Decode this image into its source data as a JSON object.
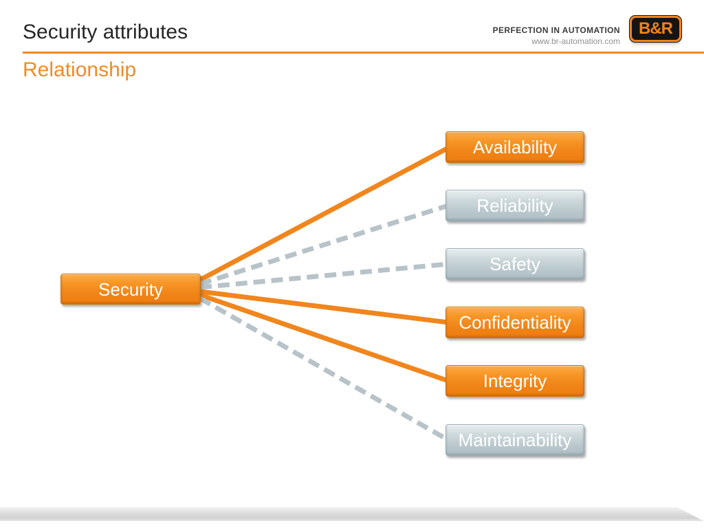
{
  "slide": {
    "title": "Security attributes",
    "subtitle": "Relationship"
  },
  "branding": {
    "tagline": "PERFECTION IN AUTOMATION",
    "website": "www.br-automation.com",
    "logo_text": "B&R"
  },
  "colors": {
    "accent_orange": "#EF8720",
    "node_orange": "#F08418",
    "node_gray": "#BCC9CE",
    "connector_solid": "#F0861D",
    "connector_dashed": "#B7C3C8",
    "title_text": "#262626",
    "node_label_text": "#FFFFFF"
  },
  "diagram": {
    "root": {
      "id": "security",
      "label": "Security",
      "variant": "orange"
    },
    "nodes": [
      {
        "id": "availability",
        "label": "Availability",
        "variant": "orange",
        "connector": "solid"
      },
      {
        "id": "reliability",
        "label": "Reliability",
        "variant": "gray",
        "connector": "dashed"
      },
      {
        "id": "safety",
        "label": "Safety",
        "variant": "gray",
        "connector": "dashed"
      },
      {
        "id": "confidentiality",
        "label": "Confidentiality",
        "variant": "orange",
        "connector": "solid"
      },
      {
        "id": "integrity",
        "label": "Integrity",
        "variant": "orange",
        "connector": "solid"
      },
      {
        "id": "maintainability",
        "label": "Maintainability",
        "variant": "gray",
        "connector": "dashed"
      }
    ]
  }
}
